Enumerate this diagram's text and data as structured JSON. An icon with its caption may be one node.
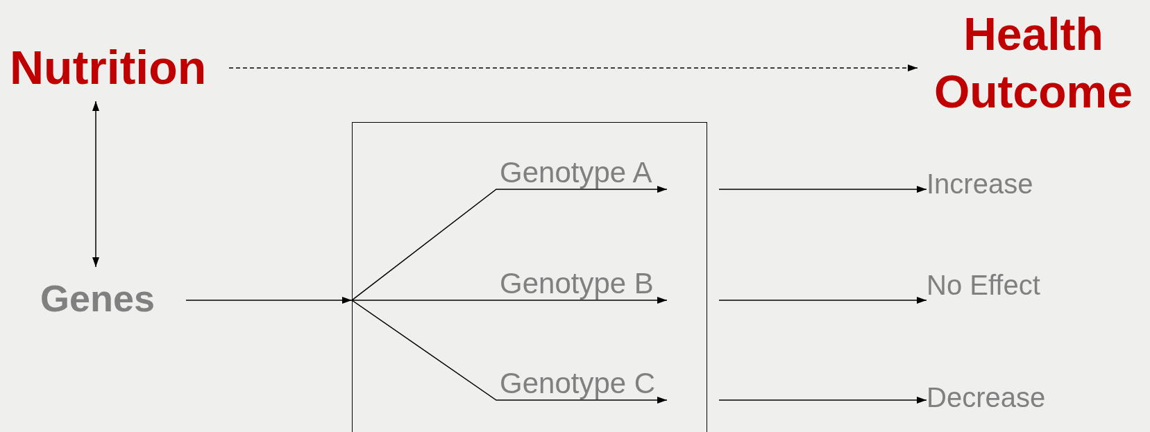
{
  "diagram": {
    "nodes": [
      {
        "text": [
          "Nutrition"
        ]
      },
      {
        "text": [
          "Health Outcome"
        ]
      },
      {
        "text": [
          "Genes"
        ]
      },
      {
        "text": [],
        "shape": "box"
      },
      {
        "text": [
          "Genotype A"
        ],
        "in": 3
      },
      {
        "text": [
          "Genotype B"
        ],
        "in": 3
      },
      {
        "text": [
          "Genotype C"
        ],
        "in": 3
      },
      {
        "text": [
          "Increase"
        ]
      },
      {
        "text": [
          "No Effect"
        ]
      },
      {
        "text": [
          "Decrease"
        ]
      }
    ],
    "edges": [
      {
        "from": 0,
        "to": 1,
        "arrow": "to",
        "style": "dashed"
      },
      {
        "from": 0,
        "to": 2,
        "arrow": "both"
      },
      {
        "from": 2,
        "to": 3,
        "arrow": "to"
      },
      {
        "from": 3,
        "to": 4,
        "arrow": "to"
      },
      {
        "from": 3,
        "to": 5,
        "arrow": "to"
      },
      {
        "from": 3,
        "to": 6,
        "arrow": "to"
      },
      {
        "from": 4,
        "to": 7,
        "arrow": "to"
      },
      {
        "from": 5,
        "to": 8,
        "arrow": "to"
      },
      {
        "from": 6,
        "to": 9,
        "arrow": "to"
      }
    ]
  }
}
